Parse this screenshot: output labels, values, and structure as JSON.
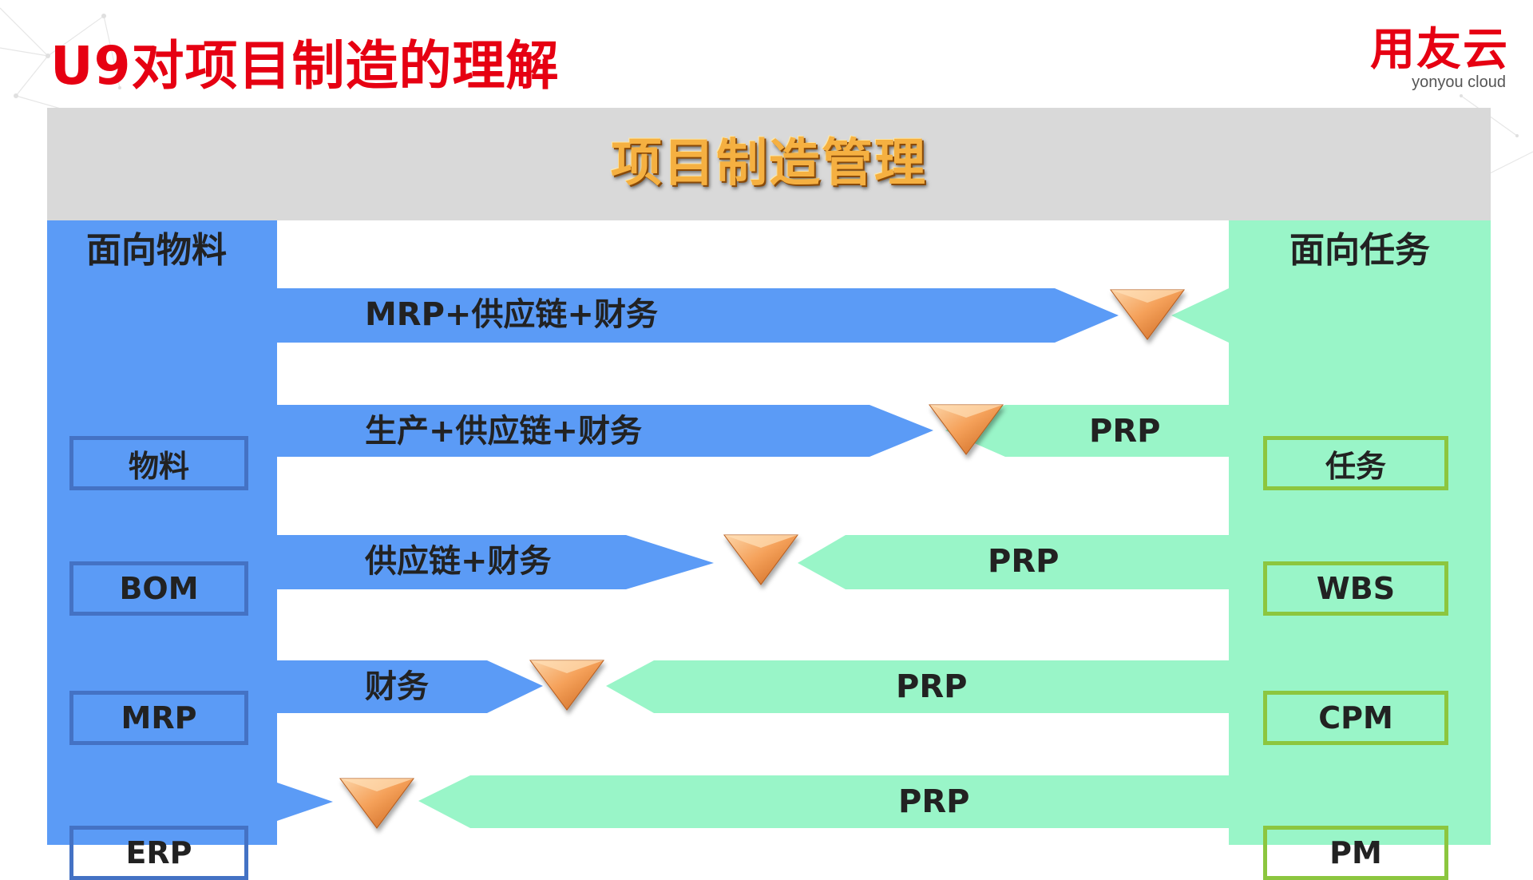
{
  "page": {
    "title": "U9对项目制造的理解"
  },
  "logo": {
    "cn": "用友云",
    "en": "yonyou cloud"
  },
  "diagram": {
    "header": "项目制造管理",
    "left_panel": {
      "title": "面向物料",
      "boxes": [
        "物料",
        "BOM",
        "MRP",
        "ERP"
      ]
    },
    "right_panel": {
      "title": "面向任务",
      "boxes": [
        "任务",
        "WBS",
        "CPM",
        "PM"
      ]
    },
    "blue_arrows": [
      "MRP+供应链+财务",
      "生产+供应链+财务",
      "供应链+财务",
      "财务"
    ],
    "green_arrows": [
      "PRP",
      "PRP",
      "PRP",
      "PRP"
    ]
  },
  "colors": {
    "title_red": "#e60012",
    "blue": "#5b9bf6",
    "green": "#99f5c8",
    "header_gray": "#d9d9d9",
    "triangle_orange": "#f59a4a"
  }
}
